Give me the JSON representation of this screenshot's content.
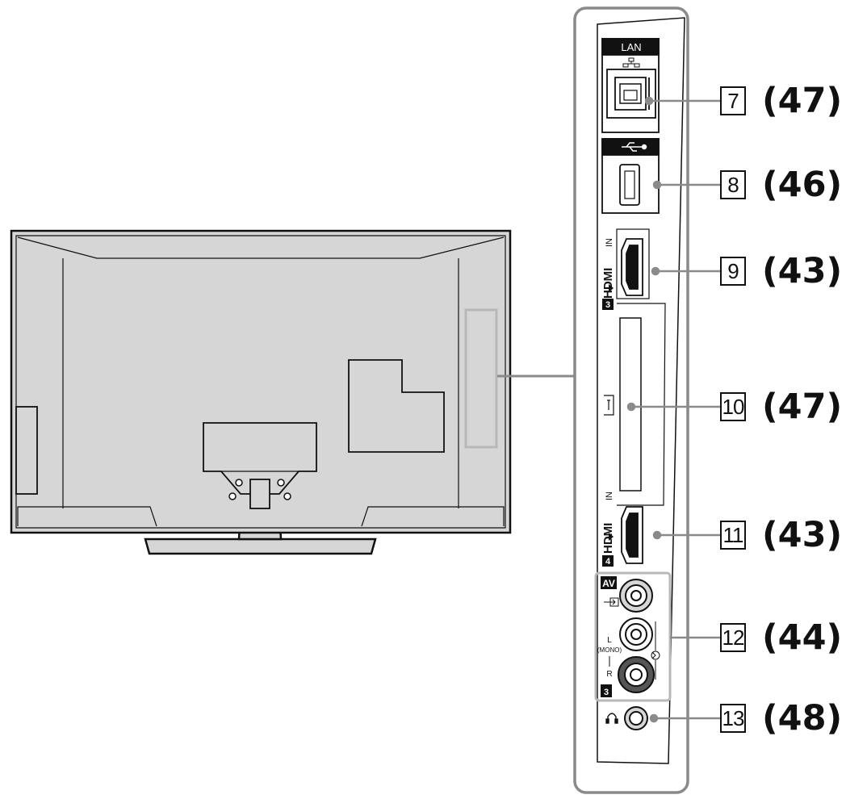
{
  "labels": {
    "lan": "LAN",
    "hdmi_in": "IN",
    "hdmi_logo": "HDMI",
    "av": "AV",
    "audio_l": "L",
    "audio_mono": "(MONO)",
    "audio_r": "R",
    "hdmi3_num": "3",
    "hdmi4_num": "4",
    "av_num": "3"
  },
  "callouts": [
    {
      "number": "7",
      "page": "(47)"
    },
    {
      "number": "8",
      "page": "(46)"
    },
    {
      "number": "9",
      "page": "(43)"
    },
    {
      "number": "10",
      "page": "(47)"
    },
    {
      "number": "11",
      "page": "(43)"
    },
    {
      "number": "12",
      "page": "(44)"
    },
    {
      "number": "13",
      "page": "(48)"
    }
  ],
  "colors": {
    "tv_body": "#d6d6d6",
    "panel_body": "#efefef",
    "line": "#111111",
    "leader": "#8a8a8a",
    "highlight_box": "#b8b8b8"
  }
}
